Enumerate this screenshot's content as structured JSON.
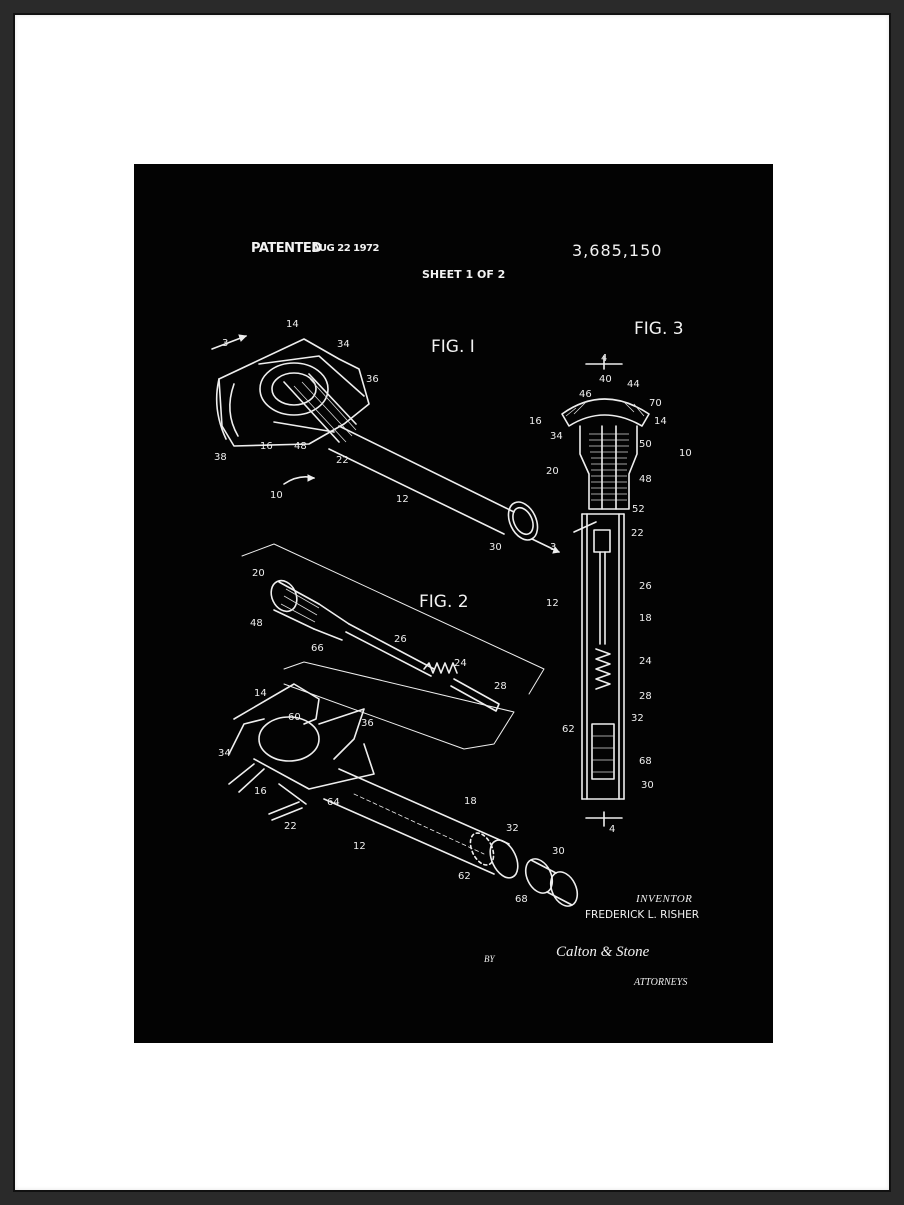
{
  "patent": {
    "patented_label": "PATENTED",
    "patented_date": "AUG 22 1972",
    "number": "3,685,150",
    "sheet": "SHEET 1 OF 2"
  },
  "figures": {
    "fig1": "FIG. I",
    "fig2": "FIG. 2",
    "fig3": "FIG. 3"
  },
  "inventor": {
    "label": "INVENTOR",
    "name": "FREDERICK L. RISHER"
  },
  "signature": {
    "by": "BY",
    "text": "Calton & Stone",
    "attorneys": "ATTORNEYS"
  },
  "colors": {
    "frame": "#2a2a2a",
    "mat": "#ffffff",
    "poster_background": "#030303",
    "line_art": "#eeeeee"
  }
}
